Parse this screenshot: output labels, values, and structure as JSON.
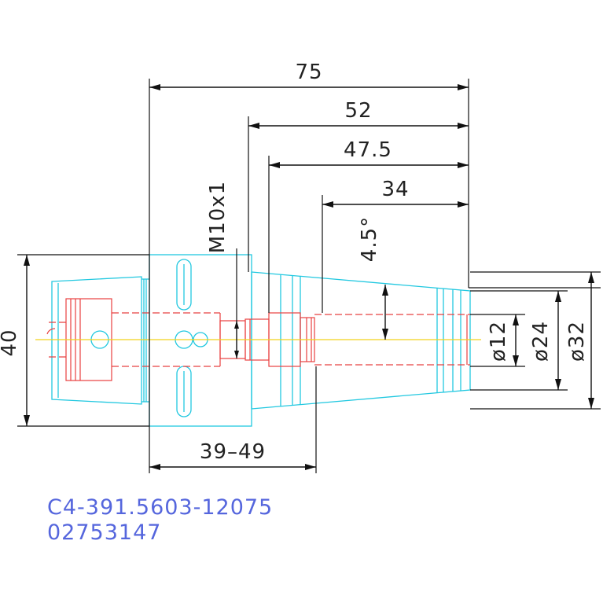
{
  "dimensions": {
    "total_length": "75",
    "length_52": "52",
    "length_47_5": "47.5",
    "length_34": "34",
    "thread": "M10x1",
    "angle": "4.5°",
    "flange_diameter": "40",
    "gauge_range": "39–49",
    "dia_12": "ø12",
    "dia_24": "ø24",
    "dia_32": "ø32"
  },
  "part": {
    "code": "C4-391.5603-12075",
    "number": "02753147"
  },
  "colors": {
    "outline": "#22c8e0",
    "hidden": "#e84040",
    "centerline": "#f2d21a",
    "dimension": "#111111",
    "part_text": "#5566dd"
  }
}
